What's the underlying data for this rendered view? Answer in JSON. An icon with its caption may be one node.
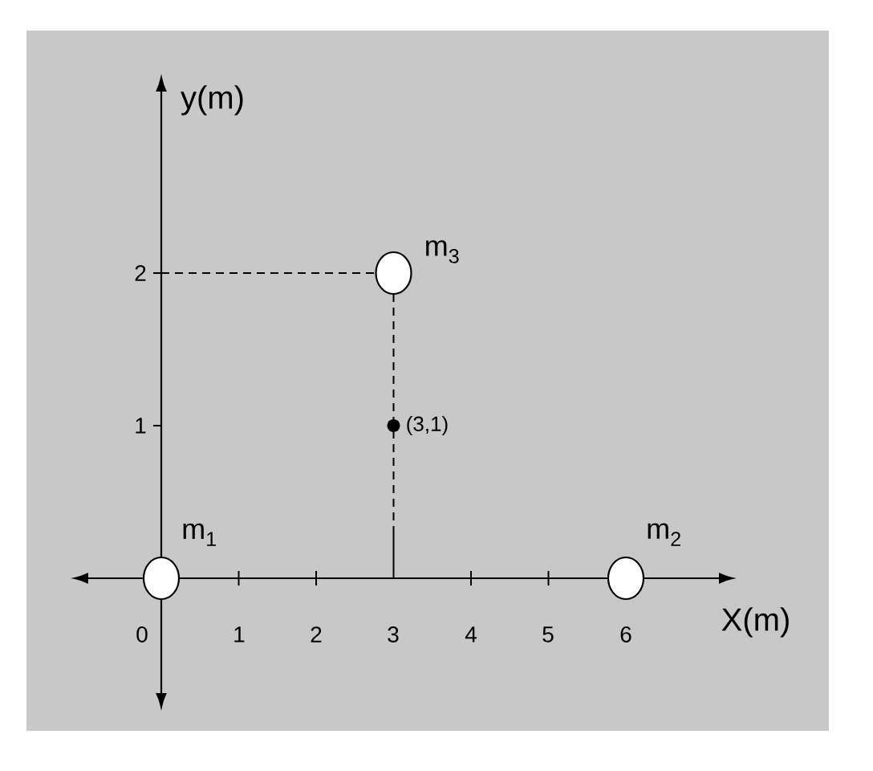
{
  "diagram": {
    "nodes": [
      {
        "text": [],
        "shape": "circle",
        "beside": [
          "m$_{1}$"
        ]
      },
      {
        "text": [],
        "shape": "circle",
        "beside": [
          "m$_{2}$"
        ]
      },
      {
        "text": [],
        "shape": "circle",
        "beside": [
          "m$_{3}$"
        ]
      },
      {
        "text": [],
        "shape": "circle",
        "beside": [
          "(3,1)"
        ]
      }
    ],
    "labels": [
      "y(m)",
      "2",
      "1",
      "0",
      "1",
      "2",
      "3",
      "4",
      "5",
      "6",
      "X(m)"
    ]
  }
}
